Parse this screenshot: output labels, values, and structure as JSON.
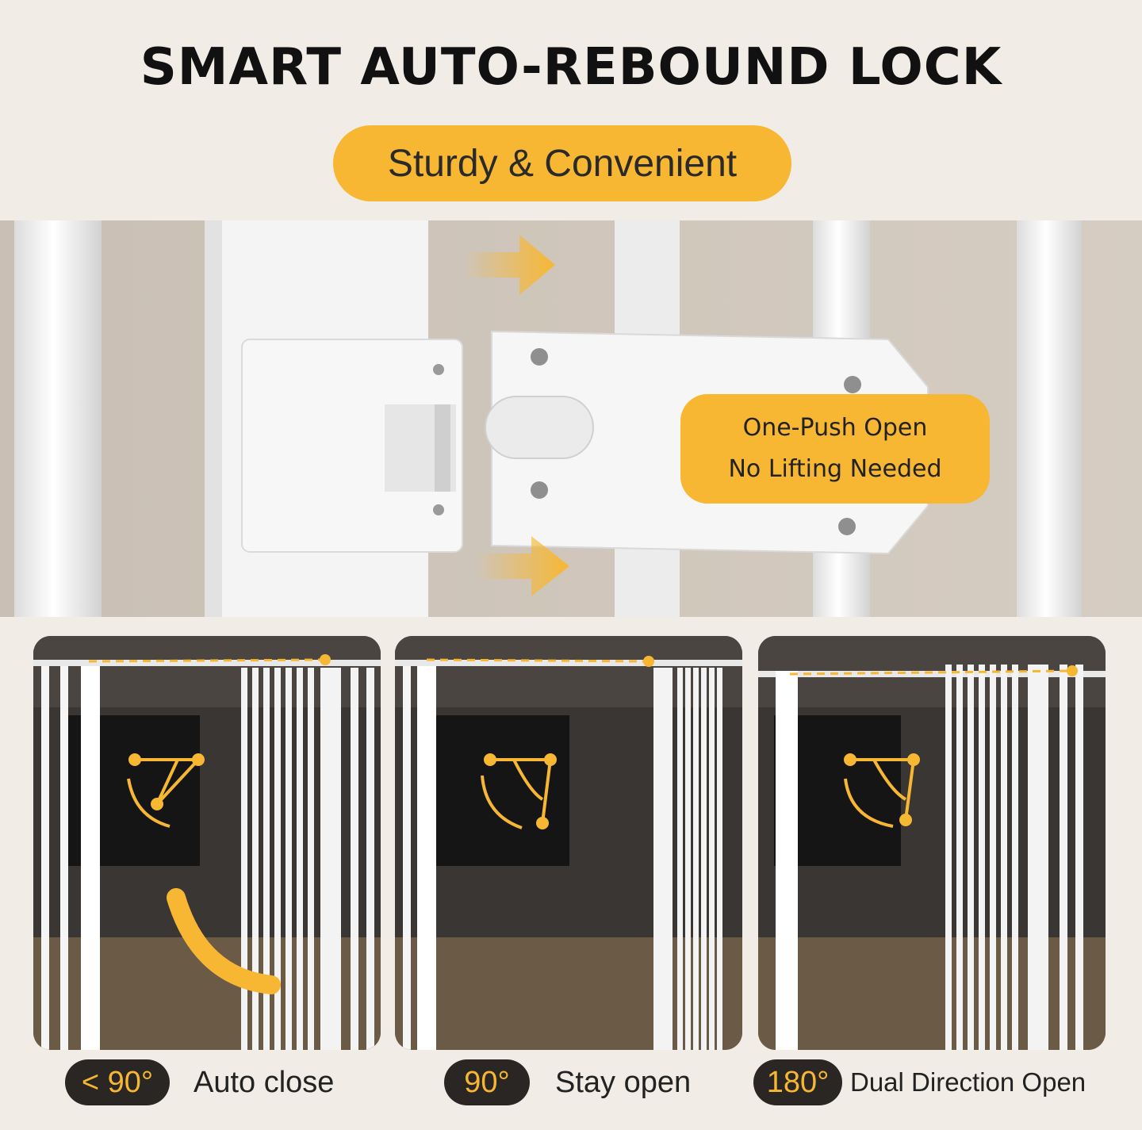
{
  "header": {
    "title": "SMART AUTO-REBOUND LOCK",
    "subtitle": "Sturdy & Convenient"
  },
  "hero": {
    "callout_line1": "One-Push Open",
    "callout_line2": "No Lifting Needed"
  },
  "modes": [
    {
      "angle": "< 90°",
      "label": "Auto close"
    },
    {
      "angle": "90°",
      "label": "Stay open"
    },
    {
      "angle": "180°",
      "label": "Dual Direction Open"
    }
  ],
  "colors": {
    "accent": "#f7b733",
    "badge_bg": "#2a2623",
    "page_bg": "#f1ede6"
  }
}
